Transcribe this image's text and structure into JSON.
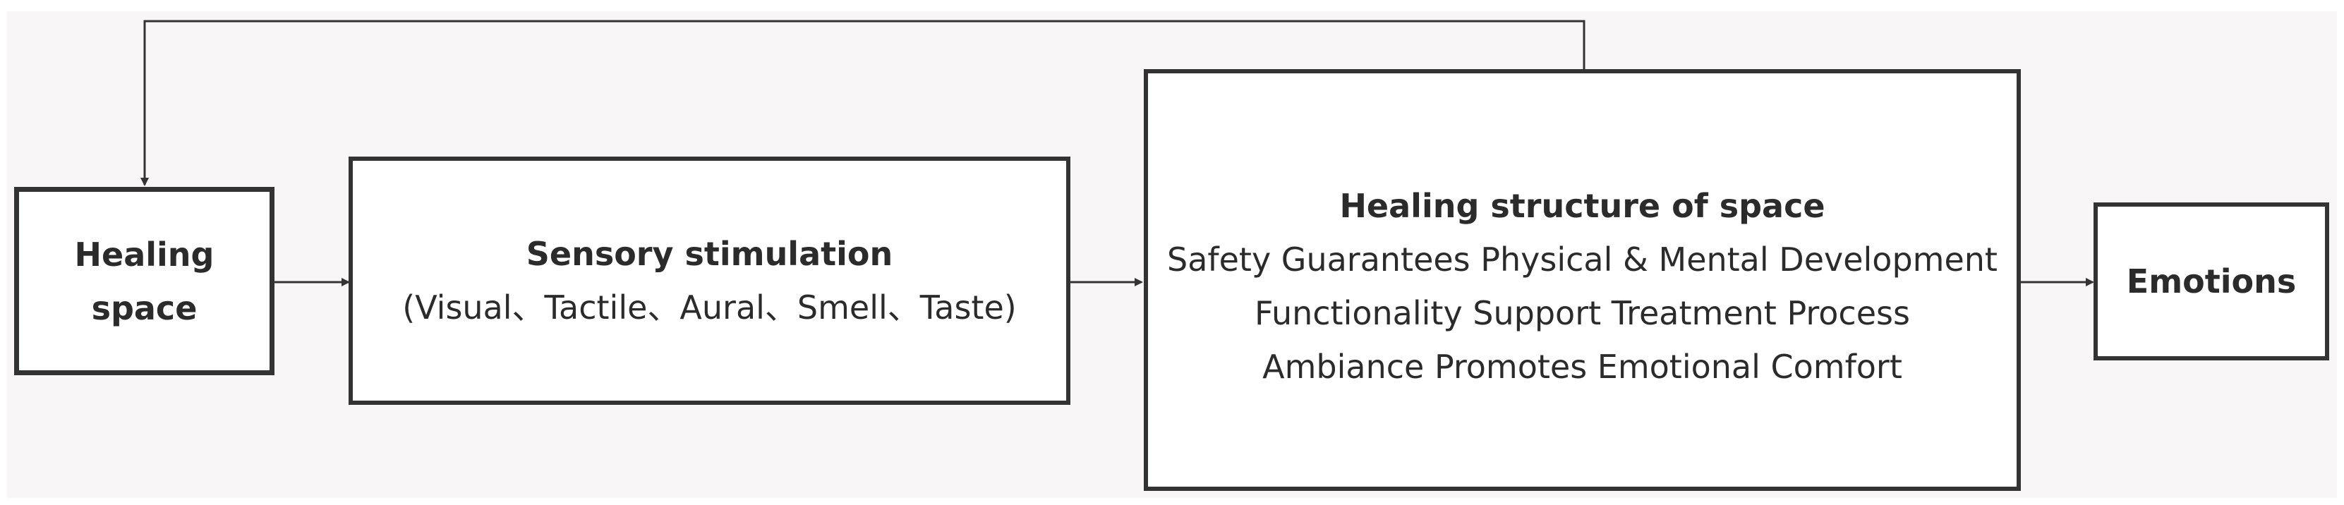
{
  "diagram": {
    "nodes": {
      "healing_space": {
        "label_line1": "Healing",
        "label_line2": "space"
      },
      "sensory": {
        "title": "Sensory stimulation",
        "detail": "(Visual、Tactile、Aural、Smell、Taste)"
      },
      "structure": {
        "title": "Healing structure of space",
        "lines": [
          "Safety Guarantees Physical & Mental Development",
          "Functionality Support Treatment Process",
          "Ambiance Promotes Emotional Comfort"
        ]
      },
      "emotions": {
        "label": "Emotions"
      }
    },
    "edges": [
      {
        "from": "healing_space",
        "to": "sensory"
      },
      {
        "from": "sensory",
        "to": "structure"
      },
      {
        "from": "structure",
        "to": "emotions"
      },
      {
        "from": "structure",
        "to": "healing_space",
        "kind": "feedback"
      }
    ],
    "colors": {
      "stroke": "#333333",
      "background": "#f8f6f6",
      "box_fill": "#ffffff"
    }
  }
}
